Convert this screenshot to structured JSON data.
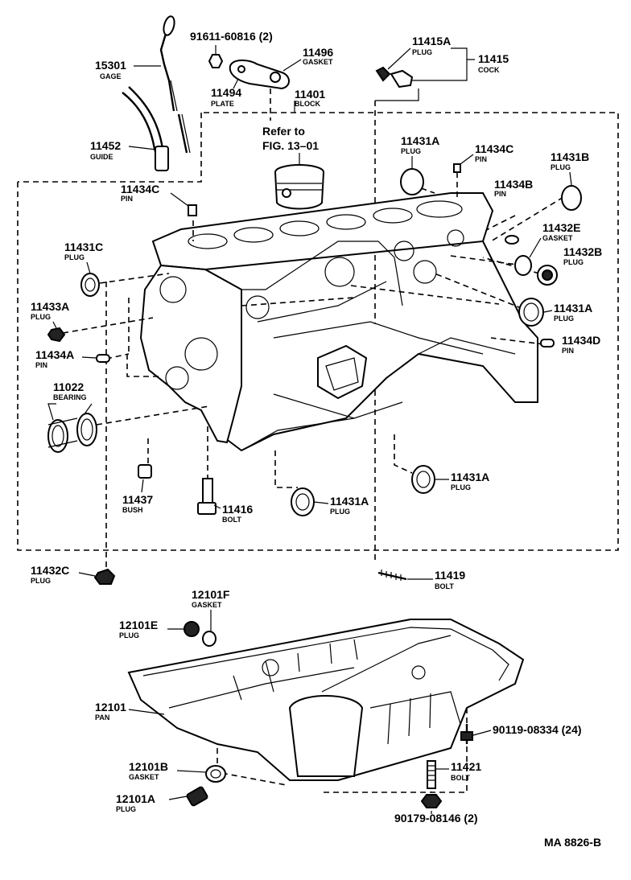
{
  "reference": {
    "line1": "Refer to",
    "line2": "FIG. 13–01"
  },
  "catalog_code": "MA  8826-B",
  "labels": {
    "p91611": {
      "num": "91611-60816 (2)"
    },
    "p15301": {
      "num": "15301",
      "name": "GAGE"
    },
    "p11496": {
      "num": "11496",
      "name": "GASKET"
    },
    "p11494": {
      "num": "11494",
      "name": "PLATE"
    },
    "p11415A": {
      "num": "11415A",
      "name": "PLUG"
    },
    "p11415": {
      "num": "11415",
      "name": "COCK"
    },
    "p11401": {
      "num": "11401",
      "name": "BLOCK"
    },
    "p11452": {
      "num": "11452",
      "name": "GUIDE"
    },
    "p11431A_top": {
      "num": "11431A",
      "name": "PLUG"
    },
    "p11434C_r": {
      "num": "11434C",
      "name": "PIN"
    },
    "p11431B": {
      "num": "11431B",
      "name": "PLUG"
    },
    "p11434C_l": {
      "num": "11434C",
      "name": "PIN"
    },
    "p11434B": {
      "num": "11434B",
      "name": "PIN"
    },
    "p11432E": {
      "num": "11432E",
      "name": "GASKET"
    },
    "p11432B": {
      "num": "11432B",
      "name": "PLUG"
    },
    "p11431C": {
      "num": "11431C",
      "name": "PLUG"
    },
    "p11431A_r": {
      "num": "11431A",
      "name": "PLUG"
    },
    "p11433A": {
      "num": "11433A",
      "name": "PLUG"
    },
    "p11434D": {
      "num": "11434D",
      "name": "PIN"
    },
    "p11434A": {
      "num": "11434A",
      "name": "PIN"
    },
    "p11022": {
      "num": "11022",
      "name": "BEARING"
    },
    "p11431A_br": {
      "num": "11431A",
      "name": "PLUG"
    },
    "p11437": {
      "num": "11437",
      "name": "BUSH"
    },
    "p11416": {
      "num": "11416",
      "name": "BOLT"
    },
    "p11431A_b": {
      "num": "11431A",
      "name": "PLUG"
    },
    "p11432C": {
      "num": "11432C",
      "name": "PLUG"
    },
    "p11419": {
      "num": "11419",
      "name": "BOLT"
    },
    "p12101F": {
      "num": "12101F",
      "name": "GASKET"
    },
    "p12101E": {
      "num": "12101E",
      "name": "PLUG"
    },
    "p12101": {
      "num": "12101",
      "name": "PAN"
    },
    "p90119": {
      "num": "90119-08334 (24)"
    },
    "p12101B": {
      "num": "12101B",
      "name": "GASKET"
    },
    "p11421": {
      "num": "11421",
      "name": "BOLT"
    },
    "p12101A": {
      "num": "12101A",
      "name": "PLUG"
    },
    "p90179": {
      "num": "90179-08146 (2)"
    }
  }
}
